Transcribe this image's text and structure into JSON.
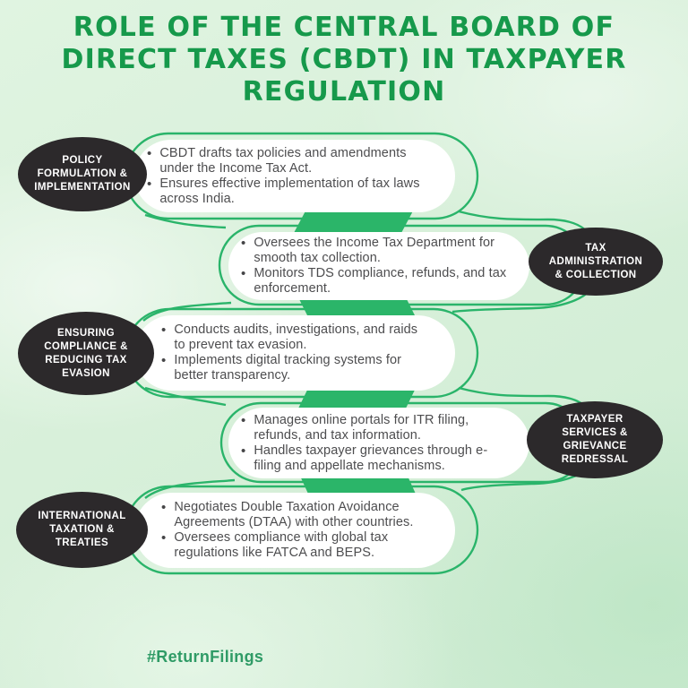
{
  "title": "ROLE OF THE CENTRAL BOARD OF\nDIRECT TAXES (CBDT) IN TAXPAYER\nREGULATION",
  "hashtag": "#ReturnFilings",
  "colors": {
    "title_green": "#16994b",
    "flow_green": "#2ab46a",
    "arrow_green": "#2bb569",
    "badge_background": "#2c292b",
    "badge_text": "#ffffff",
    "body_text": "#4d4d4f",
    "background_mint": "#d8f0da",
    "hashtag_green": "#2f9b66"
  },
  "rows": [
    {
      "badge": "POLICY\nFORMULATION &\nIMPLEMENTATION",
      "side": "left",
      "bullets": [
        "CBDT drafts tax policies and amendments\nunder the Income Tax Act.",
        "Ensures effective implementation of tax laws\nacross India."
      ]
    },
    {
      "badge": "TAX\nADMINISTRATION\n& COLLECTION",
      "side": "right",
      "bullets": [
        "Oversees the Income Tax Department for\nsmooth tax collection.",
        "Monitors TDS compliance, refunds, and tax\nenforcement."
      ]
    },
    {
      "badge": "ENSURING\nCOMPLIANCE &\nREDUCING TAX\nEVASION",
      "side": "left",
      "bullets": [
        "Conducts audits, investigations, and raids\nto prevent tax evasion.",
        "Implements digital tracking systems for\nbetter transparency."
      ]
    },
    {
      "badge": "TAXPAYER\nSERVICES &\nGRIEVANCE\nREDRESSAL",
      "side": "right",
      "bullets": [
        "Manages online portals for ITR filing,\nrefunds, and tax information.",
        "Handles taxpayer grievances through e-\nfiling and appellate mechanisms."
      ]
    },
    {
      "badge": "INTERNATIONAL\nTAXATION &\nTREATIES",
      "side": "left",
      "bullets": [
        "Negotiates Double Taxation Avoidance\nAgreements (DTAA) with other countries.",
        "Oversees compliance with global tax\nregulations like FATCA and BEPS."
      ]
    }
  ]
}
